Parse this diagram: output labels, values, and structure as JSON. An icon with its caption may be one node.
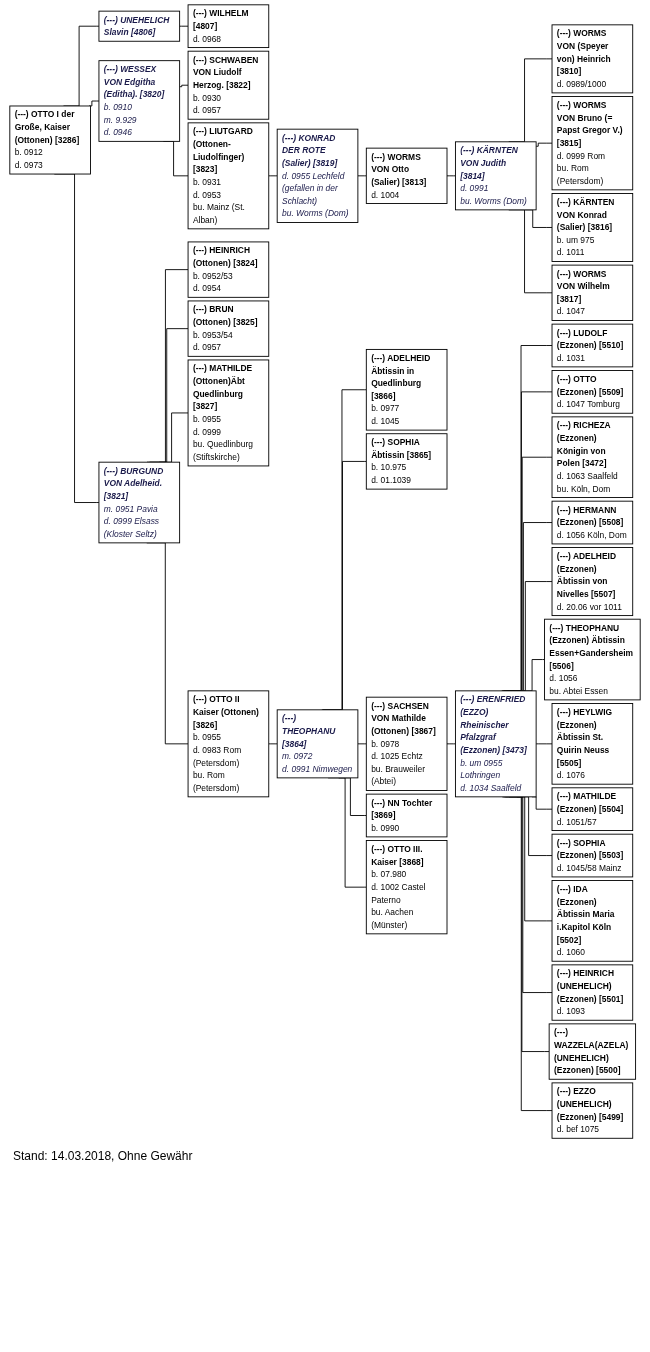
{
  "diagram": {
    "caption": "Stand: 14.03.2018, Ohne Gewähr",
    "nodes": [
      {
        "text": [
          "(---) OTTO I der Große, Kaiser (Ottonen) [3286]",
          "b. 0912",
          "d. 0973"
        ]
      },
      {
        "text": [
          "(---) UNEHELICH Slavin [4806]"
        ]
      },
      {
        "text": [
          "(---) WILHELM [4807]",
          "d. 0968"
        ]
      },
      {
        "text": [
          "(---) WESSEX VON Edgitha (Editha). [3820]",
          "b. 0910",
          "m. 9.929",
          "d. 0946"
        ]
      },
      {
        "text": [
          "(---) SCHWABEN VON Liudolf Herzog. [3822]",
          "b. 0930",
          "d. 0957"
        ]
      },
      {
        "text": [
          "(---) LIUTGARD (Ottonen-Liudolfinger) [3823]",
          "b. 0931",
          "d. 0953",
          "bu. Mainz (St. Alban)"
        ]
      },
      {
        "text": [
          "(---) KONRAD DER ROTE (Salier) [3819]",
          "d. 0955 Lechfeld (gefallen in der Schlacht)",
          "bu. Worms (Dom)"
        ]
      },
      {
        "text": [
          "(---) WORMS VON Otto (Salier) [3813]",
          "d. 1004"
        ]
      },
      {
        "text": [
          "(---) KÄRNTEN VON Judith [3814]",
          "d. 0991",
          "bu. Worms (Dom)"
        ]
      },
      {
        "text": [
          "(---) WORMS VON (Speyer von) Heinrich [3810]",
          "d. 0989/1000"
        ]
      },
      {
        "text": [
          "(---) WORMS VON Bruno (= Papst Gregor V.) [3815]",
          "d. 0999 Rom",
          "bu. Rom (Petersdom)"
        ]
      },
      {
        "text": [
          "(---) KÄRNTEN VON Konrad (Salier) [3816]",
          "b. um 975",
          "d. 1011"
        ]
      },
      {
        "text": [
          "(---) WORMS VON Wilhelm [3817]",
          "d. 1047"
        ]
      },
      {
        "text": [
          "(---) HEINRICH (Ottonen) [3824]",
          "b. 0952/53",
          "d. 0954"
        ]
      },
      {
        "text": [
          "(---) BRUN (Ottonen) [3825]",
          "b. 0953/54",
          "d. 0957"
        ]
      },
      {
        "text": [
          "(---) MATHILDE (Ottonen)Äbt Quedlinburg [3827]",
          "b. 0955",
          "d. 0999",
          "bu. Quedlinburg (Stiftskirche)"
        ]
      },
      {
        "text": [
          "(---) ADELHEID Äbtissin in Quedlinburg [3866]",
          "b. 0977",
          "d. 1045"
        ]
      },
      {
        "text": [
          "(---) SOPHIA Äbtissin [3865]",
          "b. 10.975",
          "d. 01.1039"
        ]
      },
      {
        "text": [
          "(---) BURGUND VON Adelheid. [3821]",
          "m. 0951 Pavia",
          "d. 0999 Elsass (Kloster Seltz)"
        ]
      },
      {
        "text": [
          "(---) LUDOLF (Ezzonen) [5510]",
          "d. 1031"
        ]
      },
      {
        "text": [
          "(---) OTTO (Ezzonen) [5509]",
          "d. 1047 Tomburg"
        ]
      },
      {
        "text": [
          "(---) RICHEZA (Ezzonen) Königin von Polen [3472]",
          "d. 1063 Saalfeld",
          "bu. Köln, Dom"
        ]
      },
      {
        "text": [
          "(---) HERMANN (Ezzonen) [5508]",
          "d. 1056 Köln, Dom"
        ]
      },
      {
        "text": [
          "(---) ADELHEID (Ezzonen) Äbtissin von Nivelles [5507]",
          "d. 20.06 vor 1011"
        ]
      },
      {
        "text": [
          "(---) THEOPHANU (Ezzonen) Äbtissin Essen+Gandersheim [5506]",
          "d. 1056",
          "bu. Abtei Essen"
        ]
      },
      {
        "text": [
          "(---) OTTO II Kaiser (Ottonen) [3826]",
          "b. 0955",
          "d. 0983 Rom (Petersdom)",
          "bu. Rom (Petersdom)"
        ]
      },
      {
        "text": [
          "(---) SACHSEN VON Mathilde (Ottonen) [3867]",
          "b. 0978",
          "d. 1025 Echtz",
          "bu. Brauweiler (Abtei)"
        ]
      },
      {
        "text": [
          "(---) THEOPHANU [3864]",
          "m. 0972",
          "d. 0991 Nimwegen"
        ]
      },
      {
        "text": [
          "(---) ERENFRIED (EZZO) Rheinischer Pfalzgraf (Ezzonen) [3473]",
          "b. um 0955 Lothringen",
          "d. 1034 Saalfeld"
        ]
      },
      {
        "text": [
          "(---) HEYLWIG (Ezzonen) Äbtissin St. Quirin Neuss [5505]",
          "d. 1076"
        ]
      },
      {
        "text": [
          "(---) MATHILDE (Ezzonen) [5504]",
          "d. 1051/57"
        ]
      },
      {
        "text": [
          "(---) SOPHIA (Ezzonen) [5503]",
          "d. 1045/58 Mainz"
        ]
      },
      {
        "text": [
          "(---) IDA (Ezzonen) Äbtissin Maria i.Kapitol Köln [5502]",
          "d. 1060"
        ]
      },
      {
        "text": [
          "(---) HEINRICH (UNEHELICH) (Ezzonen) [5501]",
          "d. 1093"
        ]
      },
      {
        "text": [
          "(---) WAZZELA(AZELA) (UNEHELICH) (Ezzonen) [5500]"
        ]
      },
      {
        "text": [
          "(---) EZZO (UNEHELICH) (Ezzonen) [5499]",
          "d. bef 1075"
        ]
      },
      {
        "text": [
          "(---) NN Tochter [3869]",
          "b. 0990"
        ]
      },
      {
        "text": [
          "(---) OTTO III. Kaiser [3868]",
          "b. 07.980",
          "d. 1002 Castel Paterno",
          "bu. Aachen (Münster)"
        ]
      }
    ],
    "edges": [
      {
        "from": 0,
        "to": 1,
        "arrow": "none"
      },
      {
        "from": 1,
        "to": 2,
        "arrow": "none"
      },
      {
        "from": 0,
        "to": 3,
        "arrow": "none"
      },
      {
        "from": 3,
        "to": 4,
        "arrow": "none"
      },
      {
        "from": 3,
        "to": 5,
        "arrow": "none"
      },
      {
        "from": 5,
        "to": 6,
        "arrow": "none"
      },
      {
        "from": 6,
        "to": 7,
        "arrow": "none"
      },
      {
        "from": 7,
        "to": 8,
        "arrow": "none"
      },
      {
        "from": 8,
        "to": 9,
        "arrow": "none"
      },
      {
        "from": 8,
        "to": 10,
        "arrow": "none"
      },
      {
        "from": 8,
        "to": 11,
        "arrow": "none"
      },
      {
        "from": 8,
        "to": 12,
        "arrow": "none"
      },
      {
        "from": 0,
        "to": 18,
        "arrow": "none"
      },
      {
        "from": 18,
        "to": 13,
        "arrow": "none"
      },
      {
        "from": 18,
        "to": 14,
        "arrow": "none"
      },
      {
        "from": 18,
        "to": 15,
        "arrow": "none"
      },
      {
        "from": 18,
        "to": 25,
        "arrow": "none"
      },
      {
        "from": 25,
        "to": 27,
        "arrow": "none"
      },
      {
        "from": 27,
        "to": 16,
        "arrow": "none"
      },
      {
        "from": 27,
        "to": 17,
        "arrow": "none"
      },
      {
        "from": 27,
        "to": 26,
        "arrow": "none"
      },
      {
        "from": 27,
        "to": 36,
        "arrow": "none"
      },
      {
        "from": 27,
        "to": 37,
        "arrow": "none"
      },
      {
        "from": 26,
        "to": 28,
        "arrow": "none"
      },
      {
        "from": 28,
        "to": 19,
        "arrow": "none"
      },
      {
        "from": 28,
        "to": 20,
        "arrow": "none"
      },
      {
        "from": 28,
        "to": 21,
        "arrow": "none"
      },
      {
        "from": 28,
        "to": 22,
        "arrow": "none"
      },
      {
        "from": 28,
        "to": 23,
        "arrow": "none"
      },
      {
        "from": 28,
        "to": 24,
        "arrow": "none"
      },
      {
        "from": 28,
        "to": 29,
        "arrow": "none"
      },
      {
        "from": 28,
        "to": 30,
        "arrow": "none"
      },
      {
        "from": 28,
        "to": 31,
        "arrow": "none"
      },
      {
        "from": 28,
        "to": 32,
        "arrow": "none"
      },
      {
        "from": 28,
        "to": 33,
        "arrow": "none"
      },
      {
        "from": 28,
        "to": 34,
        "arrow": "none"
      },
      {
        "from": 28,
        "to": 35,
        "arrow": "none"
      }
    ]
  }
}
